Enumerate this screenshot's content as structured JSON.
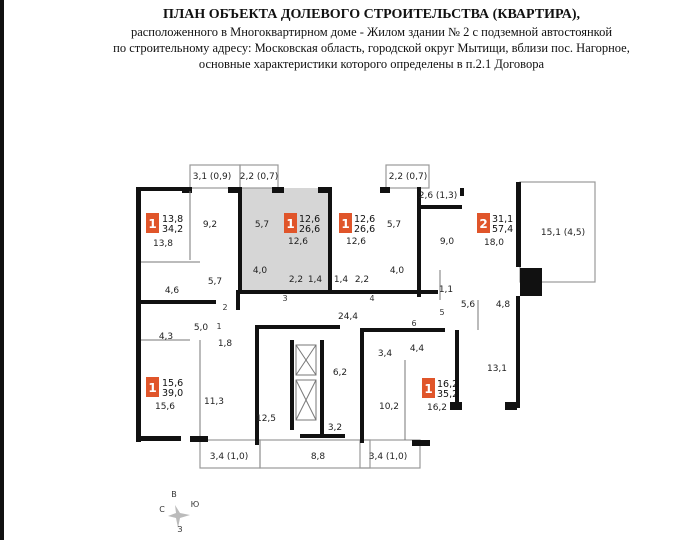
{
  "header": {
    "title": "ПЛАН ОБЪЕКТА ДОЛЕВОГО СТРОИТЕЛЬСТВА (КВАРТИРА),",
    "line1": "расположенного в Многоквартирном доме - Жилом здании № 2 с подземной автостоянкой",
    "line2": "по строительному адресу: Московская область, городской округ Мытищи, вблизи пос. Нагорное,",
    "line3": "основные характеристики которого определены в п.2.1 Договора"
  },
  "colors": {
    "badge": "#e0552a",
    "highlight": "#d6d6d6",
    "wall": "#111111"
  },
  "apartments": [
    {
      "rooms": "1",
      "living": "13,8",
      "total": "34,2",
      "highlighted": false
    },
    {
      "rooms": "1",
      "living": "12,6",
      "total": "26,6",
      "highlighted": true
    },
    {
      "rooms": "1",
      "living": "12,6",
      "total": "26,6",
      "highlighted": false
    },
    {
      "rooms": "2",
      "living": "31,1",
      "total": "57,4",
      "highlighted": false
    },
    {
      "rooms": "1",
      "living": "15,6",
      "total": "39,0",
      "highlighted": false
    },
    {
      "rooms": "1",
      "living": "16,2",
      "total": "35,2",
      "highlighted": false
    }
  ],
  "areas": [
    "3,1 (0,9)",
    "2,2 (0,7)",
    "2,2 (0,7)",
    "2,6 (1,3)",
    "15,1 (4,5)",
    "9,2",
    "13,8",
    "5,7",
    "12,6",
    "12,6",
    "5,7",
    "9,0",
    "18,0",
    "4,0",
    "2,2",
    "1,4",
    "1,4",
    "2,2",
    "4,0",
    "1,1",
    "4,6",
    "5,7",
    "5,6",
    "4,8",
    "24,4",
    "4,3",
    "5,0",
    "1,8",
    "3,4",
    "4,4",
    "6,2",
    "13,1",
    "15,6",
    "11,3",
    "10,2",
    "16,2",
    "12,5",
    "3,2",
    "3,4 (1,0)",
    "8,8",
    "3,4 (1,0)"
  ],
  "doors": [
    "1",
    "2",
    "3",
    "4",
    "5",
    "6"
  ],
  "compass": {
    "n": "В",
    "e": "Ю",
    "s": "З",
    "w": "С"
  }
}
